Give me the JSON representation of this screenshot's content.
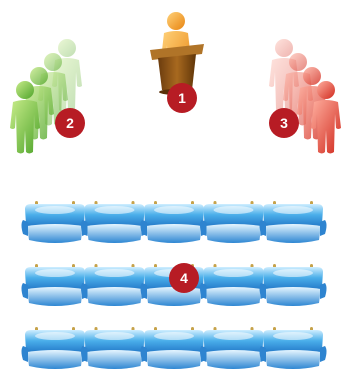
{
  "diagram": {
    "badges": [
      {
        "id": "speaker",
        "label": "1"
      },
      {
        "id": "green-group",
        "label": "2"
      },
      {
        "id": "red-group",
        "label": "3"
      },
      {
        "id": "seats",
        "label": "4"
      }
    ],
    "seating": {
      "rows": 3,
      "columns": 5
    },
    "colors": {
      "badge": "#b71c24",
      "speaker": "#f39a1e",
      "podium": "#8a5418",
      "green_group": "#7cc243",
      "red_group": "#e2483a",
      "seat": "#3a9ee0",
      "seat_back_posts": "#c6a24a"
    },
    "icons": [
      "person-icon",
      "podium-icon",
      "seat-icon"
    ]
  }
}
